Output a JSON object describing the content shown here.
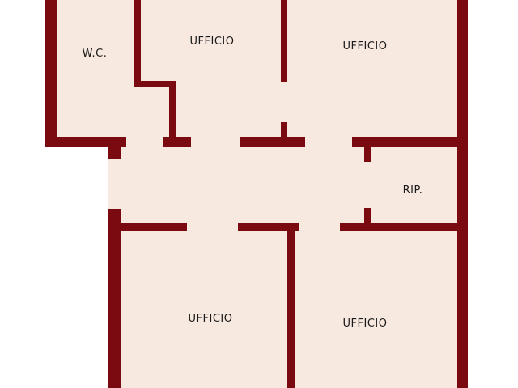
{
  "colors": {
    "wall": "#7a0a0f",
    "floor": "#f7e8e0",
    "background": "#ffffff",
    "door": "#888888"
  },
  "rooms": [
    {
      "id": "wc",
      "label": "W.C."
    },
    {
      "id": "office-top-left",
      "label": "UFFICIO"
    },
    {
      "id": "office-top-right",
      "label": "UFFICIO"
    },
    {
      "id": "storage",
      "label": "RIP."
    },
    {
      "id": "office-bottom-left",
      "label": "UFFICIO"
    },
    {
      "id": "office-bottom-right",
      "label": "UFFICIO"
    }
  ]
}
